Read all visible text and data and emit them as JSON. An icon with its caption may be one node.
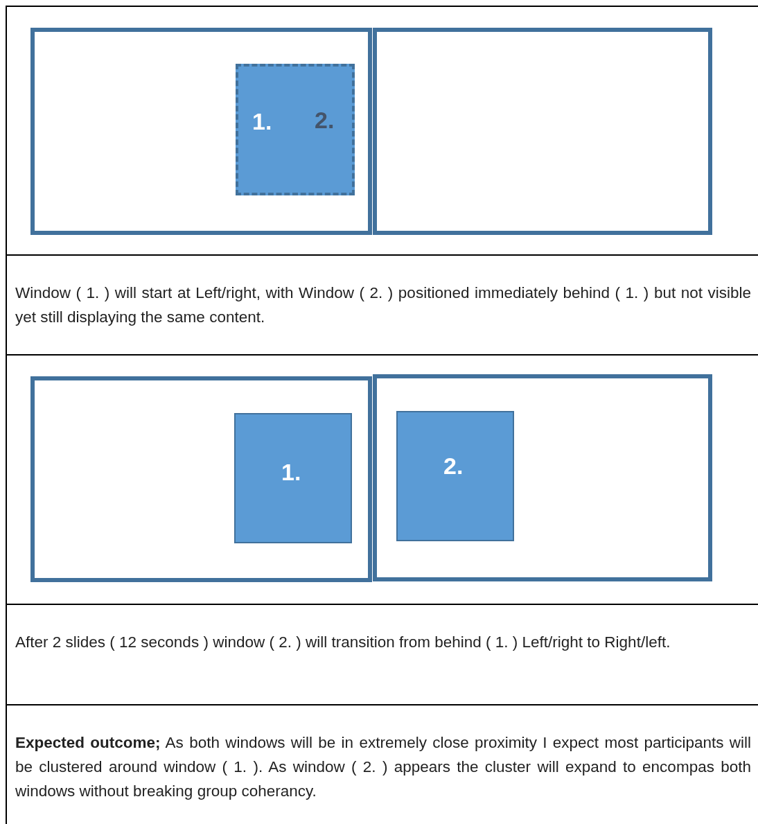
{
  "diagram": {
    "nodes": [
      {
        "text": [],
        "shape": "box"
      },
      {
        "text": [
          "1.",
          "2."
        ],
        "in": 0
      },
      {
        "text": [],
        "shape": "box"
      },
      {
        "text": [],
        "shape": "box"
      },
      {
        "text": [
          "1."
        ],
        "in": 3
      },
      {
        "text": [],
        "shape": "box"
      },
      {
        "text": [
          "2."
        ],
        "in": 5
      }
    ],
    "edges": [],
    "labels": [
      "Window ( 1. ) will start at Left/right, with Window ( 2. ) positioned immediately behind ( 1. ) but not visible yet still displaying the same content.",
      "After 2 slides ( 12 seconds ) window ( 2. ) will transition from behind ( 1. ) Left/right to Right/left.",
      "**Expected outcome;** As both windows will be in extremely close proximity I expect most participants will be clustered around window ( 1. ). As window ( 2. ) appears the cluster will expand to encompas both windows without breaking group coherancy."
    ]
  }
}
